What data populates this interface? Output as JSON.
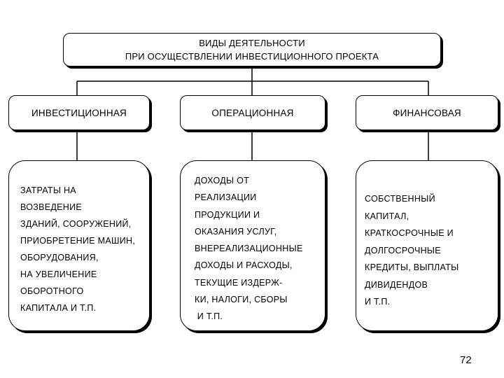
{
  "title": {
    "line1": "ВИДЫ ДЕЯТЕЛЬНОСТИ",
    "line2": "ПРИ ОСУЩЕСТВЛЕНИИ ИНВЕСТИЦИОННОГО ПРОЕКТА"
  },
  "categories": [
    {
      "label": "ИНВЕСТИЦИОННАЯ",
      "lines": [
        "ЗАТРАТЫ НА",
        "ВОЗВЕДЕНИЕ",
        "ЗДАНИЙ, СООРУЖЕНИЙ,",
        "ПРИОБРЕТЕНИЕ МАШИН,",
        "ОБОРУДОВАНИЯ,",
        "НА УВЕЛИЧЕНИЕ",
        "ОБОРОТНОГО",
        "КАПИТАЛА И Т.П."
      ]
    },
    {
      "label": "ОПЕРАЦИОННАЯ",
      "lines": [
        "ДОХОДЫ ОТ",
        "РЕАЛИЗАЦИИ",
        "ПРОДУКЦИИ И",
        "ОКАЗАНИЯ УСЛУГ,",
        "ВНЕРЕАЛИЗАЦИОННЫЕ",
        "ДОХОДЫ  И РАСХОДЫ,",
        "ТЕКУЩИЕ ИЗДЕРЖ-",
        "КИ, НАЛОГИ, СБОРЫ",
        " И Т.П."
      ]
    },
    {
      "label": "ФИНАНСОВАЯ",
      "lines": [
        "СОБСТВЕННЫЙ",
        "КАПИТАЛ,",
        "КРАТКОСРОЧНЫЕ И",
        "ДОЛГОСРОЧНЫЕ",
        "КРЕДИТЫ,  ВЫПЛАТЫ",
        "ДИВИДЕНДОВ",
        "И Т.П."
      ]
    }
  ],
  "page_number": "72"
}
